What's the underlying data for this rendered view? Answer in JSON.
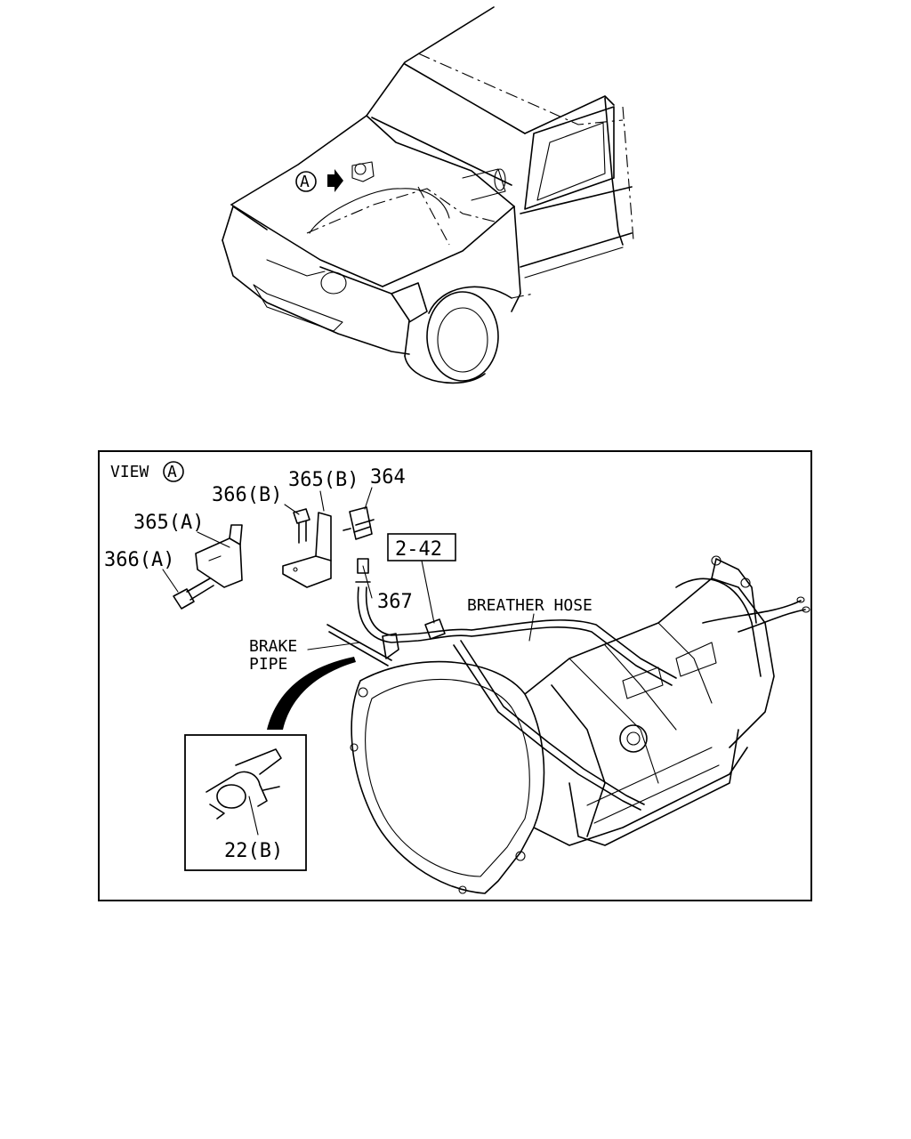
{
  "vehicle_view": {
    "marker": "A"
  },
  "detail_panel": {
    "view_label": "VIEW",
    "view_marker": "A"
  },
  "callouts": {
    "c366b": "366(B)",
    "c365b": "365(B)",
    "c364": "364",
    "c365a": "365(A)",
    "c366a": "366(A)",
    "c367": "367",
    "ref": "2-42",
    "breather": "BREATHER HOSE",
    "brake_1": "BRAKE",
    "brake_2": "PIPE",
    "c22b": "22(B)"
  }
}
